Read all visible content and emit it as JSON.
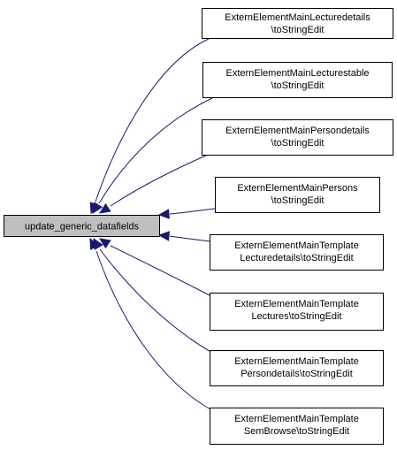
{
  "root_node": {
    "label": "update_generic_datafields"
  },
  "caller_nodes": [
    {
      "lines": [
        "ExternElementMainLecturedetails",
        "\\toStringEdit"
      ]
    },
    {
      "lines": [
        "ExternElementMainLecturestable",
        "\\toStringEdit"
      ]
    },
    {
      "lines": [
        "ExternElementMainPersondetails",
        "\\toStringEdit"
      ]
    },
    {
      "lines": [
        "ExternElementMainPersons",
        "\\toStringEdit"
      ]
    },
    {
      "lines": [
        "ExternElementMainTemplate",
        "Lecturedetails\\toStringEdit"
      ]
    },
    {
      "lines": [
        "ExternElementMainTemplate",
        "Lectures\\toStringEdit"
      ]
    },
    {
      "lines": [
        "ExternElementMainTemplate",
        "Persondetails\\toStringEdit"
      ]
    },
    {
      "lines": [
        "ExternElementMainTemplate",
        "SemBrowse\\toStringEdit"
      ]
    }
  ],
  "colors": {
    "edge": "#191970",
    "root_fill": "#bfbfbf",
    "node_fill": "#ffffff",
    "node_stroke": "#000000"
  }
}
